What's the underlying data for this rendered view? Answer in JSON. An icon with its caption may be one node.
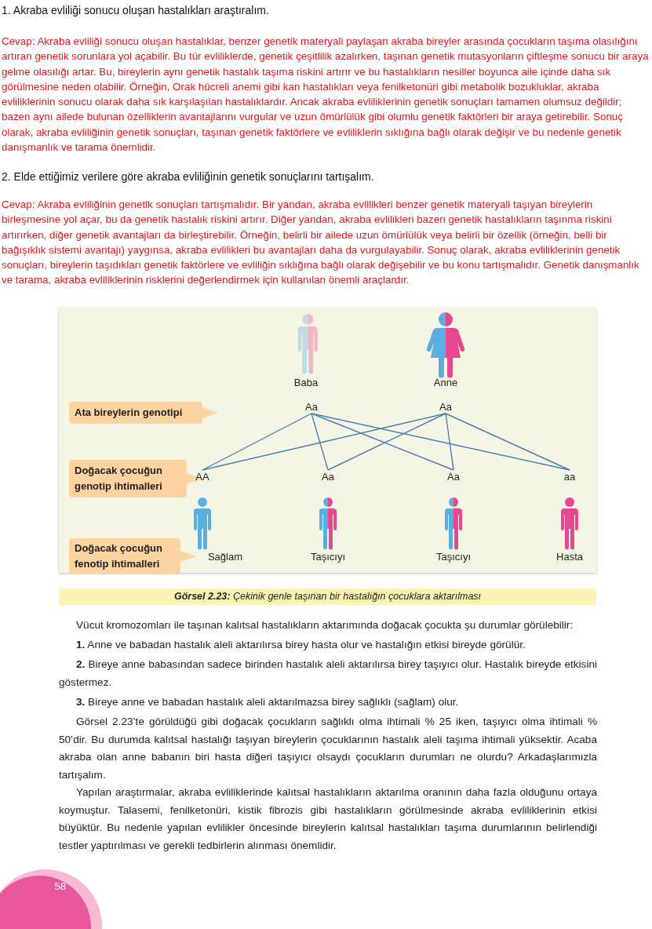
{
  "diagram": {
    "caption": "**Görsel 2.23:** Çekinik genle taşınan bir hastalığın çocuklara aktarılması",
    "nodes": [
      {
        "text": [
          "Ata bireylerin genotipi"
        ]
      },
      {
        "text": [
          "Aa"
        ]
      },
      {
        "text": [
          "Aa"
        ]
      },
      {
        "text": [
          "Doğacak çocuğun genotip ihtimalleri"
        ]
      },
      {
        "text": [
          "AA"
        ]
      },
      {
        "text": [
          "Aa"
        ]
      },
      {
        "text": [
          "Aa"
        ]
      },
      {
        "text": [
          "aa"
        ]
      },
      {
        "text": [
          "Doğacak çocuğun fenotip ihtimalleri"
        ]
      }
    ],
    "edges": [
      {
        "from": 1,
        "to": 4,
        "arrow": "none"
      },
      {
        "from": 1,
        "to": 5,
        "arrow": "none"
      },
      {
        "from": 1,
        "to": 6,
        "arrow": "none"
      },
      {
        "from": 1,
        "to": 7,
        "arrow": "none"
      },
      {
        "from": 2,
        "to": 4,
        "arrow": "none"
      },
      {
        "from": 2,
        "to": 5,
        "arrow": "none"
      },
      {
        "from": 2,
        "to": 6,
        "arrow": "none"
      },
      {
        "from": 2,
        "to": 7,
        "arrow": "none"
      }
    ],
    "labels": [
      "1. Akraba evliliği sonucu oluşan hastalıkları araştıralım.",
      "Cevap: Akraba evliliği sonucu oluşan hastalıklar, benzer genetik materyali paylaşan akraba bireyler arasında çocukların taşıma olasılığını artıran genetik sorunlara yol açabilir. Bu tür evliliklerde, genetik çeşitlilik azalırken, taşınan genetik mutasyonların çiftleşme sonucu bir araya gelme olasılığı artar. Bu, bireylerin aynı genetik hastalık taşıma riskini artırır ve bu hastalıkların nesiller boyunca aile içinde daha sık görülmesine neden olabilir. Örneğin, Orak hücreli anemi gibi kan hastalıkları veya fenilketonüri gibi metabolik bozukluklar, akraba evliliklerinin sonucu olarak daha sık karşılaşılan hastalıklardır. Ancak akraba evliliklerinin genetik sonuçları tamamen olumsuz değildir; bazen aynı ailede bulunan özelliklerin avantajlarını vurgular ve uzun ömürlülük gibi olumlu genetik faktörleri bir araya getirebilir. Sonuç olarak, akraba evliliğinin genetik sonuçları, taşınan genetik faktörlere ve evliliklerin sıklığına bağlı olarak değişir ve bu nedenle genetik danışmanlık ve tarama önemlidir.",
      "2. Elde ettiğimiz verilere göre akraba evliliğinin genetik sonuçlarını tartışalım.",
      "Cevap: Akraba evliliğinin genetik sonuçları tartışmalıdır. Bir yandan, akraba evlilikleri benzer genetik materyali taşıyan bireylerin birleşmesine yol açar, bu da genetik hastalık riskini artırır. Diğer yandan, akraba evlilikleri bazen genetik hastalıkların taşınma riskini artırırken, diğer genetik avantajları da birleştirebilir. Örneğin, belirli bir ailede uzun ömürlülük veya belirli bir özellik (örneğin, belli bir bağışıklık sistemi avantajı) yaygınsa, akraba evlilikleri bu avantajları daha da vurgulayabilir. Sonuç olarak, akraba evliliklerinin genetik sonuçları, bireylerin taşıdıkları genetik faktörlere ve evliliğin sıklığına bağlı olarak değişebilir ve bu konu tartışmalıdır. Genetik danışmanlık ve tarama, akraba evliliklerinin risklerini değerlendirmek için kullanılan önemli araçlardır.",
      "Baba",
      "Anne",
      "Sağlam",
      "Taşıcıyı",
      "Taşıcıyı",
      "Hasta",
      "Vücut kromozomları ile taşınan kalıtsal hastalıkların aktarımında doğacak çocukta şu durumlar görülebilir:",
      "**1.** Anne ve babadan hastalık aleli aktarılırsa birey hasta olur ve hastalığın etkisi bireyde görülür.",
      "**2.** Bireye anne babasından sadece birinden hastalık aleli aktarılırsa birey taşıyıcı olur. Hastalık bireyde etkisini göstermez.",
      "**3.** Bireye anne ve babadan hastalık aleli aktarılmazsa birey sağlıklı (sağlam) olur.",
      "Görsel 2.23’te görüldüğü gibi doğacak çocukların sağlıklı olma ihtimali % 25 iken, taşıyıcı olma ihtimali % 50’dir. Bu durumda kalıtsal hastalığı taşıyan bireylerin çocuklarının hastalık aleli taşıma ihtimali yüksektir. Acaba akraba olan anne babanın biri hasta diğeri taşıyıcı olsaydı çocukların durumları ne olurdu? Arkadaşlarımızla tartışalım.",
      "Yapılan araştırmalar, akraba evliliklerinde kalıtsal hastalıkların aktarılma oranının daha fazla olduğunu ortaya koymuştur. Talasemi, fenilketonüri, kistik fibrozis gibi hastalıkların görülmesinde akraba evliliklerinin etkisi büyüktür. Bu nedenle yapılan evlilikler öncesinde bireylerin kalıtsal hastalıkları taşıma durumlarının belirlendiği testler yaptırılması ve gerekli tedbirlerin alınması önemlidir.",
      "58"
    ]
  }
}
